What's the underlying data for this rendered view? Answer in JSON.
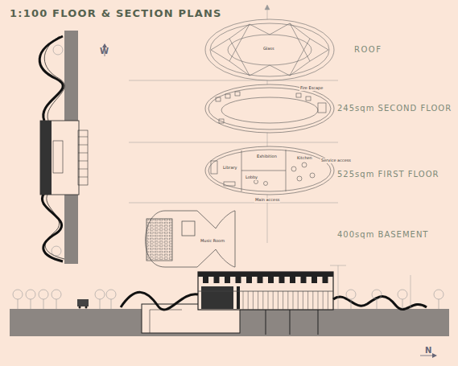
{
  "diagram": {
    "title": "1:100 FLOOR & SECTION PLANS",
    "labels": [
      "W",
      "ROOF",
      "Glass",
      "245sqm SECOND FLOOR",
      "Fire Escape",
      "525sqm FIRST FLOOR",
      "Exhibition",
      "Kitchen",
      "Library",
      "Lobby",
      "Service access",
      "Main access",
      "400sqm BASEMENT",
      "Music Room",
      "N"
    ]
  }
}
